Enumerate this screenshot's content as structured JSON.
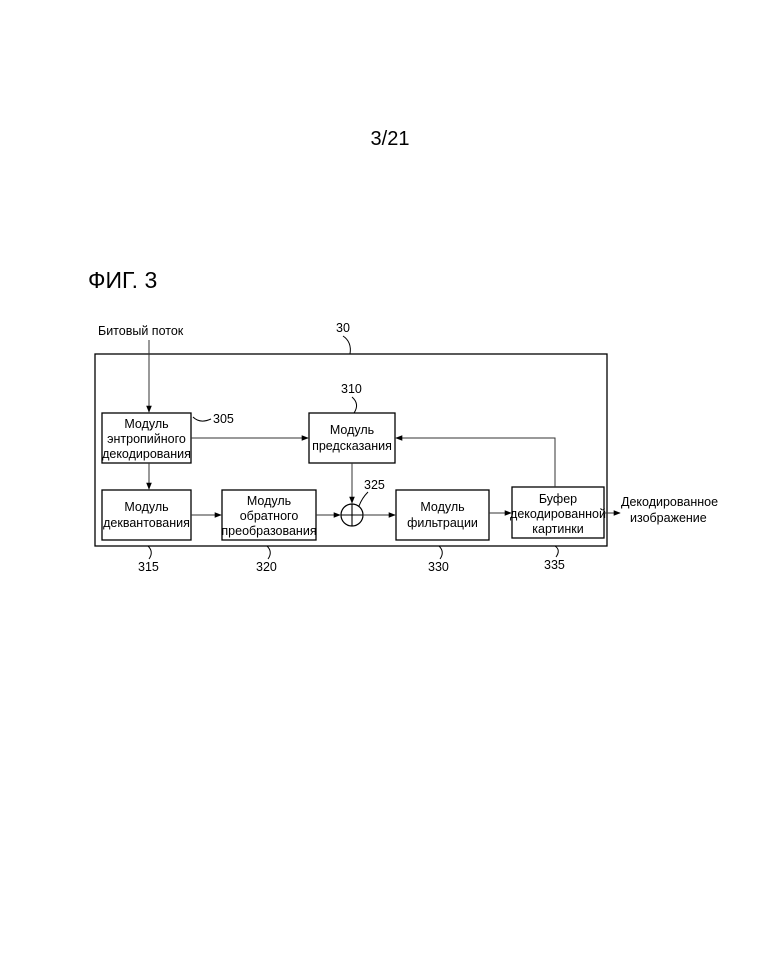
{
  "page_number": "3/21",
  "figure_title": "ФИГ. 3",
  "input_label": "Битовый поток",
  "output_label": [
    "Декодированное",
    "изображение"
  ],
  "decoder": {
    "ref": "30"
  },
  "modules": {
    "entropy": {
      "ref": "305",
      "lines": [
        "Модуль",
        "энтропийного",
        "декодирования"
      ]
    },
    "prediction": {
      "ref": "310",
      "lines": [
        "Модуль",
        "предсказания"
      ]
    },
    "dequant": {
      "ref": "315",
      "lines": [
        "Модуль",
        "деквантования"
      ]
    },
    "inverse": {
      "ref": "320",
      "lines": [
        "Модуль",
        "обратного",
        "преобразования"
      ]
    },
    "adder": {
      "ref": "325"
    },
    "filter": {
      "ref": "330",
      "lines": [
        "Модуль",
        "фильтрации"
      ]
    },
    "buffer": {
      "ref": "335",
      "lines": [
        "Буфер",
        "декодированной",
        "картинки"
      ]
    }
  }
}
